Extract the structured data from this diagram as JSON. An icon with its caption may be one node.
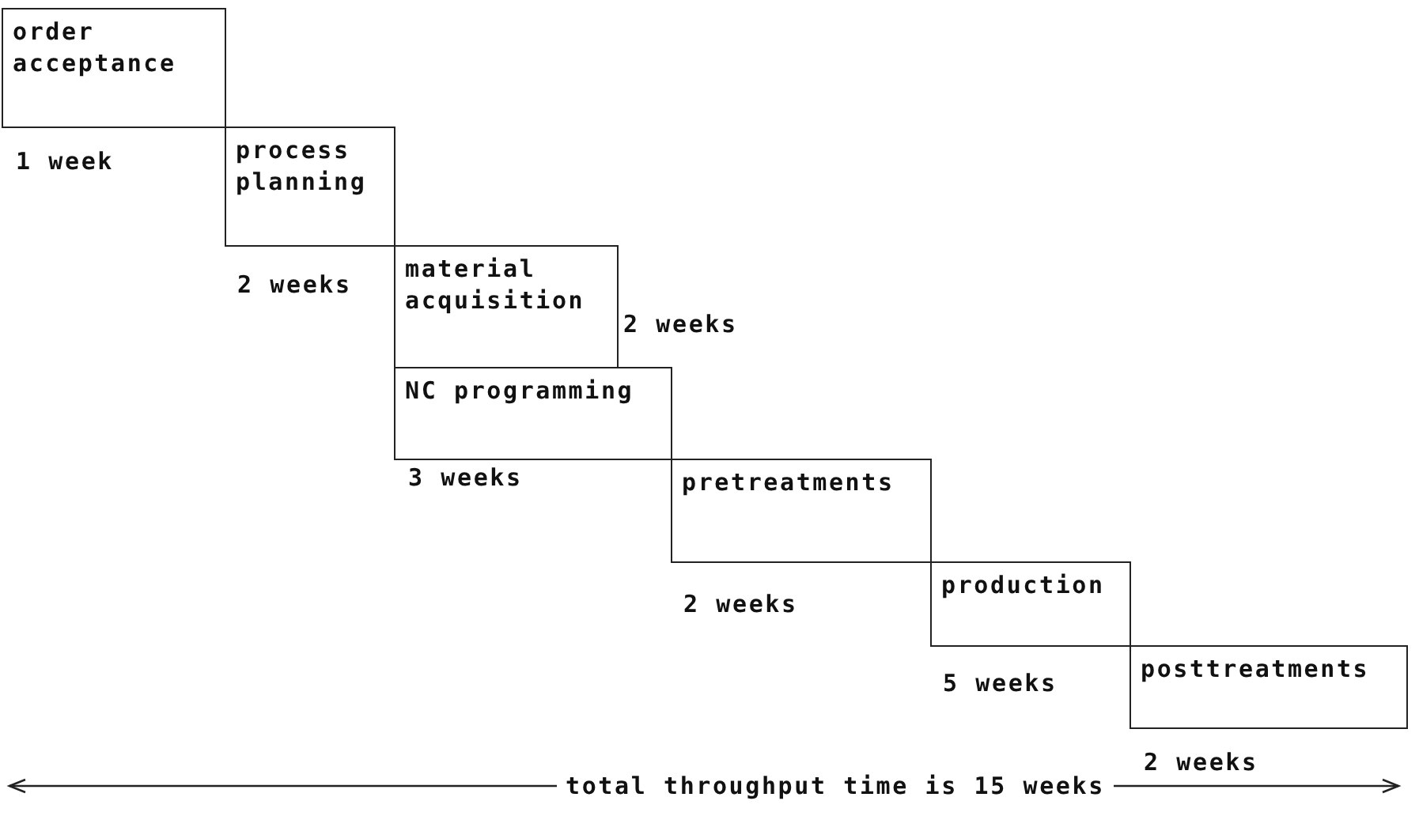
{
  "diagram": {
    "nodes": [
      {
        "text": [
          "order acceptance"
        ],
        "beside": [
          "1 week"
        ]
      },
      {
        "text": [
          "process planning"
        ],
        "beside": [
          "2 weeks"
        ]
      },
      {
        "text": [
          "material acquisition"
        ],
        "beside": [
          "2 weeks"
        ]
      },
      {
        "text": [
          "NC programming"
        ],
        "beside": [
          "3 weeks"
        ]
      },
      {
        "text": [
          "pretreatments"
        ],
        "beside": [
          "2 weeks"
        ]
      },
      {
        "text": [
          "production"
        ],
        "beside": [
          "5 weeks"
        ]
      },
      {
        "text": [
          "posttreatments"
        ],
        "beside": [
          "2 weeks"
        ]
      }
    ],
    "labels": [
      "total throughput time is 15 weeks"
    ]
  }
}
